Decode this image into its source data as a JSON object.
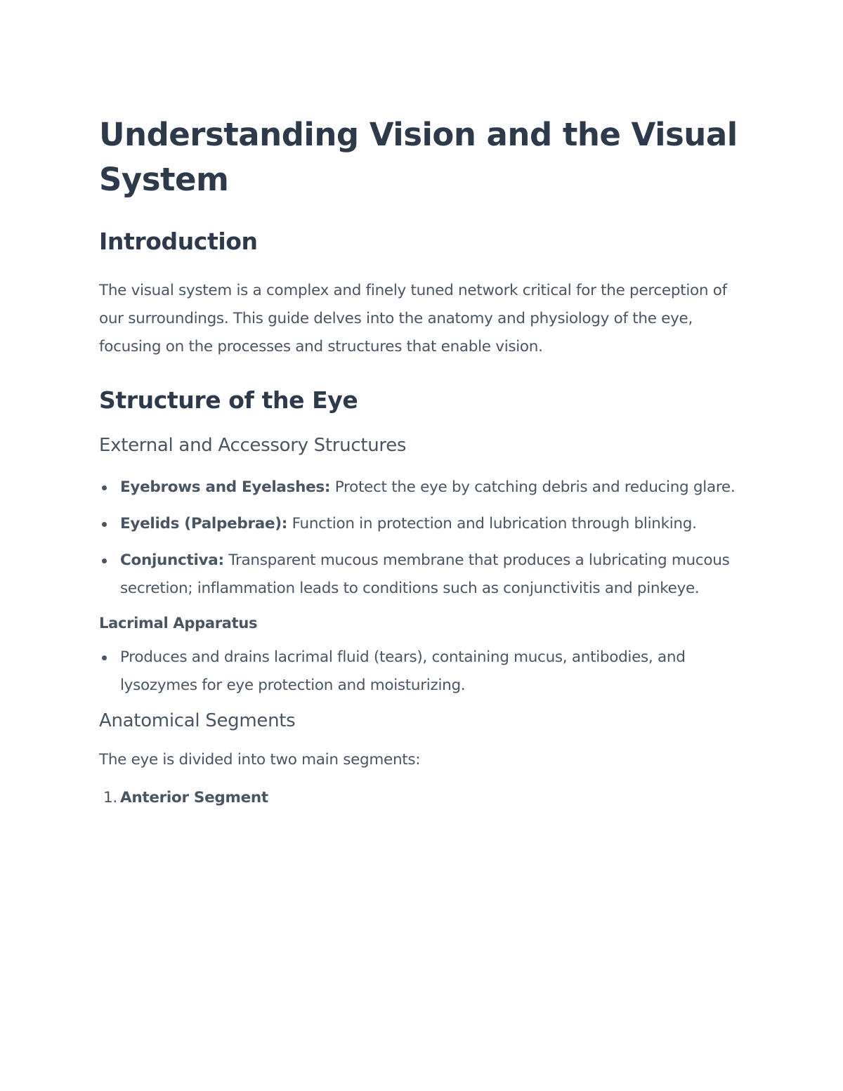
{
  "document": {
    "title": "Understanding Vision and the Visual System",
    "sections": {
      "introduction": {
        "heading": "Introduction",
        "paragraph": "The visual system is a complex and finely tuned network critical for the perception of our surroundings. This guide delves into the anatomy and physiology of the eye, focusing on the processes and structures that enable vision."
      },
      "structure": {
        "heading": "Structure of the Eye",
        "external": {
          "heading": "External and Accessory Structures",
          "items": [
            {
              "term": "Eyebrows and Eyelashes:",
              "text": " Protect the eye by catching debris and reducing glare."
            },
            {
              "term": "Eyelids (Palpebrae):",
              "text": " Function in protection and lubrication through blinking."
            },
            {
              "term": "Conjunctiva:",
              "text": " Transparent mucous membrane that produces a lubricating mucous secretion; inflammation leads to conditions such as conjunctivitis and pinkeye."
            }
          ]
        },
        "lacrimal": {
          "heading": "Lacrimal Apparatus",
          "items": [
            {
              "text": "Produces and drains lacrimal fluid (tears), containing mucus, antibodies, and lysozymes for eye protection and moisturizing."
            }
          ]
        },
        "segments": {
          "heading": "Anatomical Segments",
          "intro": "The eye is divided into two main segments:",
          "items": [
            {
              "number": "1.",
              "label": "Anterior Segment"
            }
          ]
        }
      }
    }
  },
  "colors": {
    "heading": "#2d3a4c",
    "body": "#4a5563",
    "background": "#ffffff"
  }
}
